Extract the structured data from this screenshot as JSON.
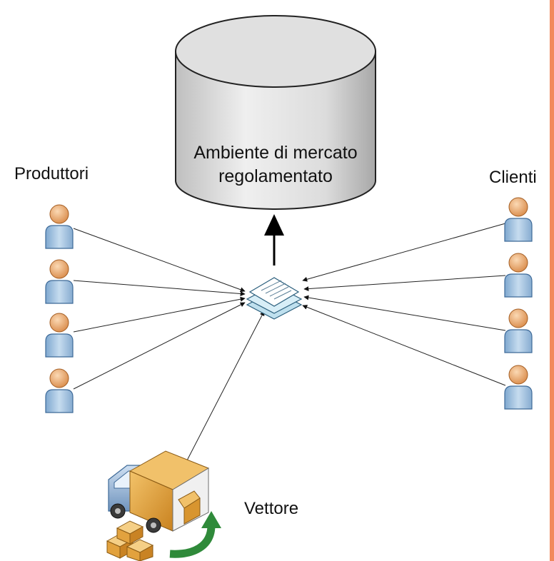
{
  "diagram": {
    "database": {
      "line1": "Ambiente di mercato",
      "line2": "regolamentato"
    },
    "producers_label": "Produttori",
    "clients_label": "Clienti",
    "carrier_label": "Vettore",
    "colors": {
      "edge_accent": "#f2895c",
      "person_head": "#f0b27a",
      "person_body": "#a9c8e3",
      "database_fill": "#d9d9d9",
      "truck_box": "#e3a239",
      "green_arrow": "#2f8a3a"
    }
  }
}
